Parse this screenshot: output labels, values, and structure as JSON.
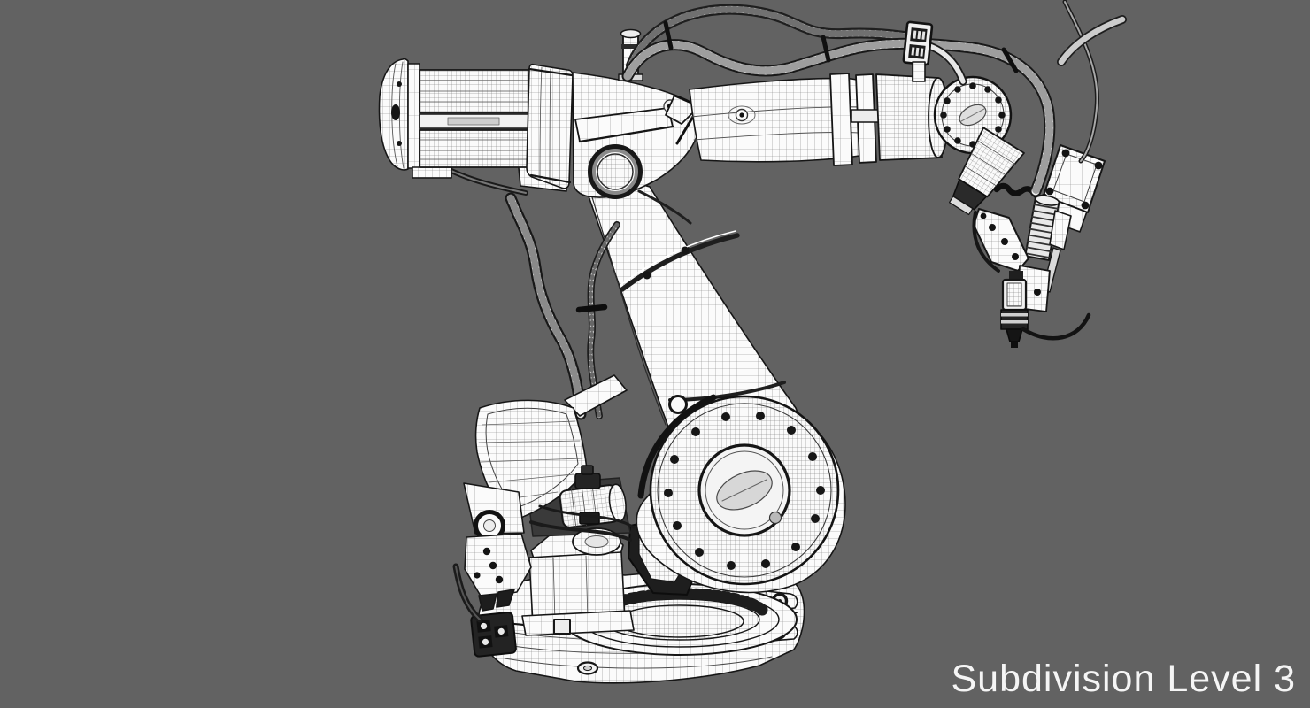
{
  "scene": {
    "background_color": "#626262",
    "caption": {
      "text": "Subdivision Level 3",
      "color": "#f5f5f5"
    },
    "render": {
      "subject": "industrial-robot-arm",
      "style": "wireframe-3d-render",
      "line_color": "#1a1a1a",
      "surface_color": "#fafafa",
      "subdivision_level": "3"
    }
  }
}
